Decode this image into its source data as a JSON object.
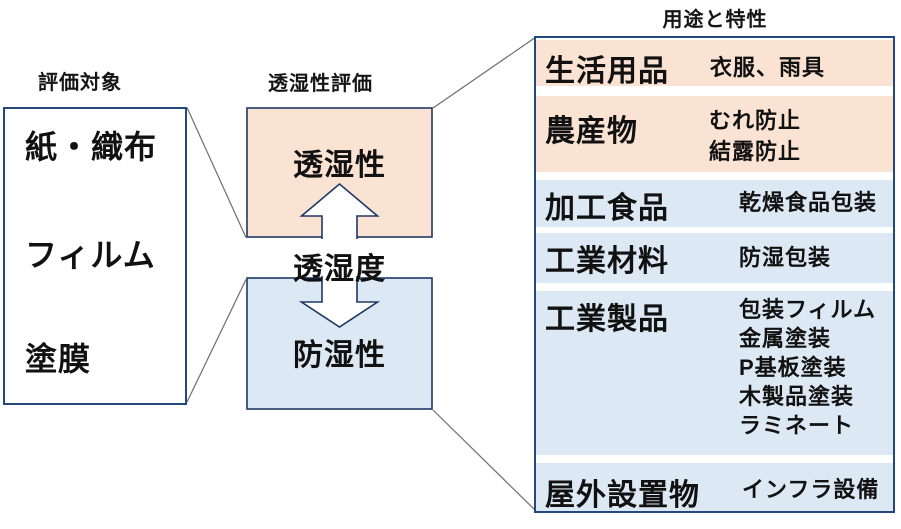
{
  "colors": {
    "peach": "#fbe3d4",
    "blue": "#dce8f4",
    "border_navy": "#24477f",
    "arrow_outline": "#1f3864",
    "connector_gray": "#6e6e6e"
  },
  "left_panel": {
    "title": "評価対象",
    "items": [
      "紙・織布",
      "フィルム",
      "塗膜"
    ]
  },
  "middle_panel": {
    "title": "透湿性評価",
    "top_label": "透湿性",
    "center_label": "透湿度",
    "bottom_label": "防湿性"
  },
  "right_panel": {
    "title": "用途と特性",
    "rows": [
      {
        "label": "生活用品",
        "values": [
          "衣服、雨具"
        ],
        "tone": "peach"
      },
      {
        "label": "農産物",
        "values": [
          "むれ防止",
          "結露防止"
        ],
        "tone": "peach"
      },
      {
        "label": "加工食品",
        "values": [
          "乾燥食品包装"
        ],
        "tone": "blue"
      },
      {
        "label": "工業材料",
        "values": [
          "防湿包装"
        ],
        "tone": "blue"
      },
      {
        "label": "工業製品",
        "values": [
          "包装フィルム",
          "金属塗装",
          "P基板塗装",
          "木製品塗装",
          "ラミネート"
        ],
        "tone": "blue"
      },
      {
        "label": "屋外設置物",
        "values": [
          "インフラ設備"
        ],
        "tone": "blue"
      }
    ]
  }
}
